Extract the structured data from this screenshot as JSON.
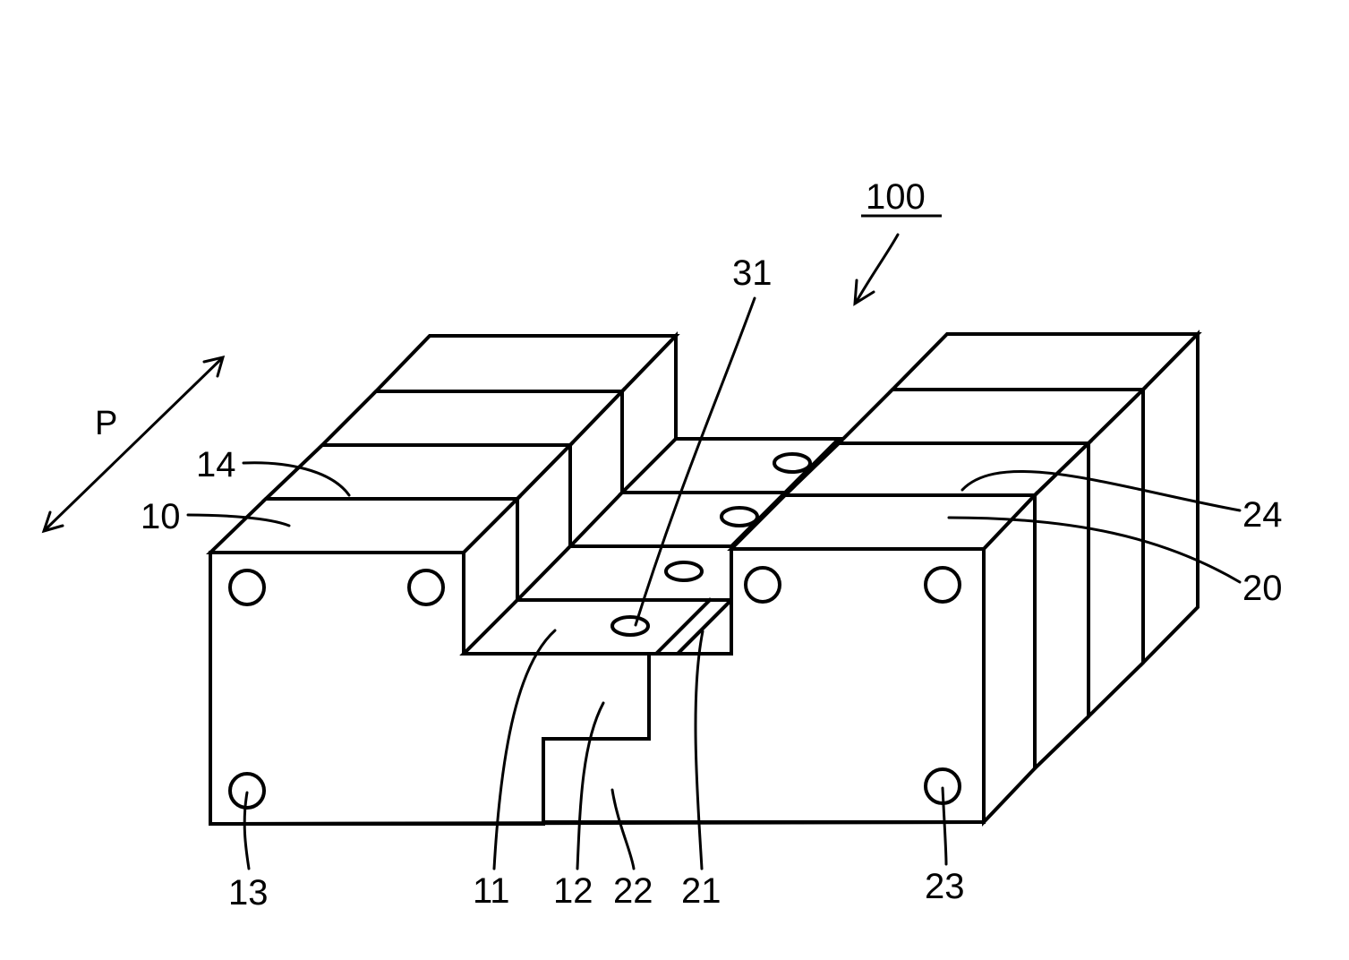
{
  "figure": {
    "assembly_ref": "100",
    "direction_label": "P",
    "labels": {
      "l10": "10",
      "l11": "11",
      "l12": "12",
      "l13": "13",
      "l14": "14",
      "l20": "20",
      "l21": "21",
      "l22": "22",
      "l23": "23",
      "l24": "24",
      "l31": "31"
    }
  },
  "colors": {
    "line": "#000000",
    "background": "#ffffff"
  }
}
